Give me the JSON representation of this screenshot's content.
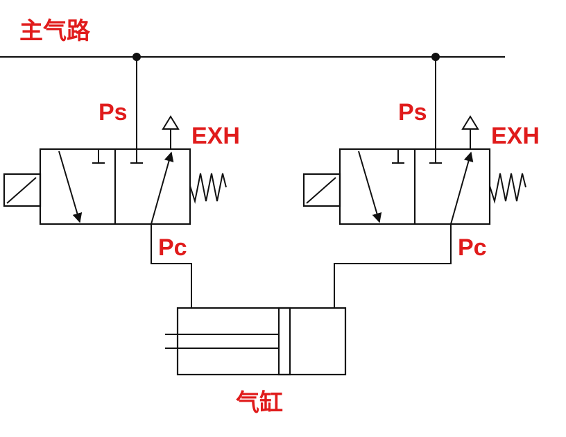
{
  "labels": {
    "main_line": "主气路",
    "cylinder": "气缸",
    "valve_left": {
      "supply": "Ps",
      "exhaust": "EXH",
      "control": "Pc"
    },
    "valve_right": {
      "supply": "Ps",
      "exhaust": "EXH",
      "control": "Pc"
    }
  },
  "colors": {
    "label": "#e01b1b",
    "line": "#111111"
  }
}
